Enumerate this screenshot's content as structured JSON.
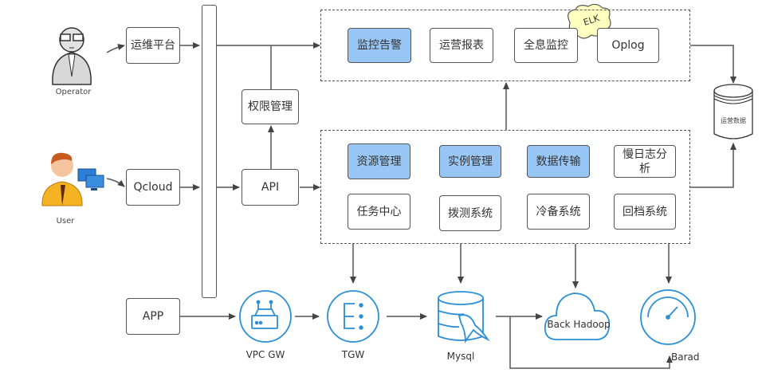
{
  "actors": {
    "operator": {
      "label": "Operator",
      "icon": "operator-icon"
    },
    "user": {
      "label": "User",
      "icon": "user-icon"
    }
  },
  "entry": {
    "ops_platform": "运维平台",
    "qcloud": "Qcloud",
    "app": "APP"
  },
  "middle": {
    "permission": "权限管理",
    "api": "API"
  },
  "top_group": {
    "items": [
      {
        "label": "监控告警",
        "highlighted": true
      },
      {
        "label": "运营报表",
        "highlighted": false
      },
      {
        "label": "全息监控",
        "highlighted": false
      },
      {
        "label": "Oplog",
        "highlighted": false
      }
    ],
    "callout": "ELK"
  },
  "bottom_group": {
    "row1": [
      {
        "label": "资源管理",
        "highlighted": true
      },
      {
        "label": "实例管理",
        "highlighted": true
      },
      {
        "label": "数据传输",
        "highlighted": true
      },
      {
        "label": "慢日志分析",
        "highlighted": false
      }
    ],
    "row2": [
      {
        "label": "任务中心",
        "highlighted": false
      },
      {
        "label": "拨测系统",
        "highlighted": false
      },
      {
        "label": "冷备系统",
        "highlighted": false
      },
      {
        "label": "回档系统",
        "highlighted": false
      }
    ]
  },
  "storage": {
    "label": "运营数据",
    "icon": "database-cylinder-icon"
  },
  "infra": [
    {
      "label": "VPC GW",
      "icon": "router-icon"
    },
    {
      "label": "TGW",
      "icon": "load-balancer-icon"
    },
    {
      "label": "Mysql",
      "icon": "mysql-database-icon"
    },
    {
      "label": "Back Hadoop",
      "icon": "cloud-icon"
    },
    {
      "label": "Barad",
      "icon": "gauge-icon"
    }
  ],
  "colors": {
    "highlight": "#99c7f5",
    "icon_blue": "#2b8fd6",
    "line": "#555555",
    "callout": "#ffffc0"
  }
}
